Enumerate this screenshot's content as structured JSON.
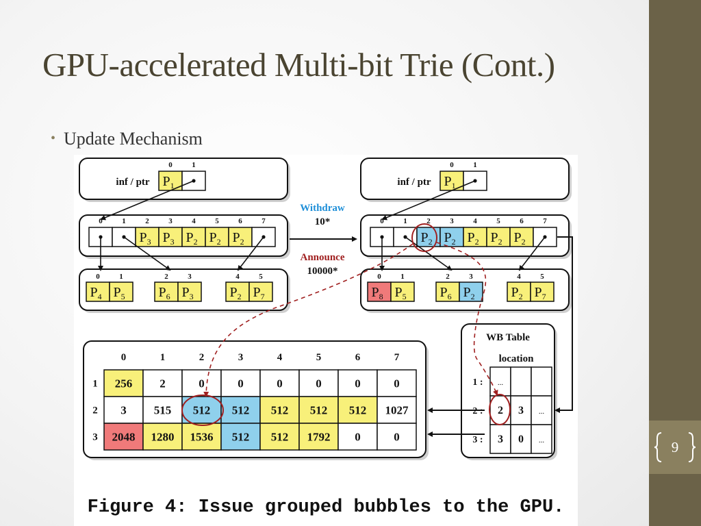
{
  "slide": {
    "title": "GPU-accelerated Multi-bit Trie (Cont.)",
    "bullet": "Update Mechanism",
    "page_number": "9"
  },
  "colors": {
    "yellow": "#f8f07a",
    "blue": "#8fd0ec",
    "red": "#f07a7a",
    "withdraw": "#1f8fd8",
    "announce": "#a02020",
    "accent": "#6b6248"
  },
  "figure": {
    "caption": "Figure 4: Issue grouped bubbles to the GPU.",
    "withdraw_label": "Withdraw",
    "withdraw_prefix": "10*",
    "announce_label": "Announce",
    "announce_prefix": "10000*",
    "left": {
      "root_label": "inf / ptr",
      "root_idx": [
        "0",
        "1"
      ],
      "root_cells": [
        {
          "p": "P",
          "s": "1",
          "color": "yellow"
        },
        {
          "p": "",
          "s": "",
          "color": "white",
          "ptr": true
        }
      ],
      "mid_idx": [
        "0",
        "1",
        "2",
        "3",
        "4",
        "5",
        "6",
        "7"
      ],
      "mid_cells": [
        {
          "p": "",
          "s": "",
          "color": "white",
          "ptr": true
        },
        {
          "p": "",
          "s": "",
          "color": "white",
          "ptr": true
        },
        {
          "p": "P",
          "s": "3",
          "color": "yellow"
        },
        {
          "p": "P",
          "s": "3",
          "color": "yellow"
        },
        {
          "p": "P",
          "s": "2",
          "color": "yellow"
        },
        {
          "p": "P",
          "s": "2",
          "color": "yellow"
        },
        {
          "p": "P",
          "s": "2",
          "color": "yellow"
        },
        {
          "p": "",
          "s": "",
          "color": "white",
          "ptr": true
        }
      ],
      "leaf_groups": [
        {
          "idx": [
            "0",
            "1"
          ],
          "cells": [
            {
              "p": "P",
              "s": "4",
              "color": "yellow"
            },
            {
              "p": "P",
              "s": "5",
              "color": "yellow"
            }
          ]
        },
        {
          "idx": [
            "2",
            "3"
          ],
          "cells": [
            {
              "p": "P",
              "s": "6",
              "color": "yellow"
            },
            {
              "p": "P",
              "s": "3",
              "color": "yellow"
            }
          ]
        },
        {
          "idx": [
            "4",
            "5"
          ],
          "cells": [
            {
              "p": "P",
              "s": "2",
              "color": "yellow"
            },
            {
              "p": "P",
              "s": "7",
              "color": "yellow"
            }
          ]
        }
      ]
    },
    "right": {
      "root_label": "inf / ptr",
      "root_idx": [
        "0",
        "1"
      ],
      "root_cells": [
        {
          "p": "P",
          "s": "1",
          "color": "yellow"
        },
        {
          "p": "",
          "s": "",
          "color": "white",
          "ptr": true
        }
      ],
      "mid_idx": [
        "0",
        "1",
        "2",
        "3",
        "4",
        "5",
        "6",
        "7"
      ],
      "mid_cells": [
        {
          "p": "",
          "s": "",
          "color": "white",
          "ptr": true
        },
        {
          "p": "",
          "s": "",
          "color": "white",
          "ptr": true
        },
        {
          "p": "P",
          "s": "2",
          "color": "blue"
        },
        {
          "p": "P",
          "s": "2",
          "color": "blue"
        },
        {
          "p": "P",
          "s": "2",
          "color": "yellow"
        },
        {
          "p": "P",
          "s": "2",
          "color": "yellow"
        },
        {
          "p": "P",
          "s": "2",
          "color": "yellow"
        },
        {
          "p": "",
          "s": "",
          "color": "white",
          "ptr": true
        }
      ],
      "leaf_groups": [
        {
          "idx": [
            "0",
            "1"
          ],
          "cells": [
            {
              "p": "P",
              "s": "8",
              "color": "red"
            },
            {
              "p": "P",
              "s": "5",
              "color": "yellow"
            }
          ]
        },
        {
          "idx": [
            "2",
            "3"
          ],
          "cells": [
            {
              "p": "P",
              "s": "6",
              "color": "yellow"
            },
            {
              "p": "P",
              "s": "2",
              "color": "blue"
            }
          ]
        },
        {
          "idx": [
            "4",
            "5"
          ],
          "cells": [
            {
              "p": "P",
              "s": "2",
              "color": "yellow"
            },
            {
              "p": "P",
              "s": "7",
              "color": "yellow"
            }
          ]
        }
      ]
    },
    "gpu_table": {
      "col_headers": [
        "0",
        "1",
        "2",
        "3",
        "4",
        "5",
        "6",
        "7"
      ],
      "rows": [
        {
          "label": "1",
          "cells": [
            {
              "v": "256",
              "color": "yellow"
            },
            {
              "v": "2",
              "color": "white"
            },
            {
              "v": "0",
              "color": "white"
            },
            {
              "v": "0",
              "color": "white"
            },
            {
              "v": "0",
              "color": "white"
            },
            {
              "v": "0",
              "color": "white"
            },
            {
              "v": "0",
              "color": "white"
            },
            {
              "v": "0",
              "color": "white"
            }
          ]
        },
        {
          "label": "2",
          "cells": [
            {
              "v": "3",
              "color": "white"
            },
            {
              "v": "515",
              "color": "white"
            },
            {
              "v": "512",
              "color": "blue"
            },
            {
              "v": "512",
              "color": "blue"
            },
            {
              "v": "512",
              "color": "yellow"
            },
            {
              "v": "512",
              "color": "yellow"
            },
            {
              "v": "512",
              "color": "yellow"
            },
            {
              "v": "1027",
              "color": "white"
            }
          ]
        },
        {
          "label": "3",
          "cells": [
            {
              "v": "2048",
              "color": "red"
            },
            {
              "v": "1280",
              "color": "yellow"
            },
            {
              "v": "1536",
              "color": "yellow"
            },
            {
              "v": "512",
              "color": "blue"
            },
            {
              "v": "512",
              "color": "yellow"
            },
            {
              "v": "1792",
              "color": "yellow"
            },
            {
              "v": "0",
              "color": "white"
            },
            {
              "v": "0",
              "color": "white"
            }
          ]
        }
      ]
    },
    "wb_table": {
      "title": "WB Table",
      "subtitle": "location",
      "rows": [
        {
          "label": "1 :",
          "cells": [
            "...",
            "",
            ""
          ]
        },
        {
          "label": "2 :",
          "cells": [
            "2",
            "3",
            "..."
          ]
        },
        {
          "label": "3 :",
          "cells": [
            "3",
            "0",
            "..."
          ]
        }
      ]
    }
  }
}
